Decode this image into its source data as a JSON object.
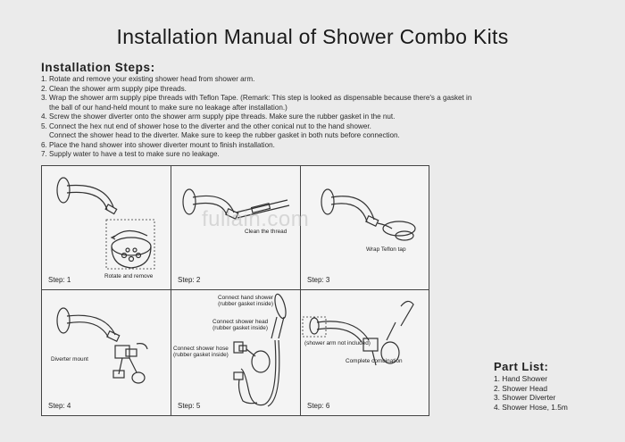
{
  "title": "Installation Manual of Shower Combo Kits",
  "steps_heading": "Installation Steps:",
  "steps": [
    "1. Rotate and remove your existing shower head from shower arm.",
    "2. Clean the shower arm supply pipe threads.",
    "3. Wrap the shower arm supply pipe threads with Teflon Tape. (Remark: This step is looked as dispensable because there's a gasket in",
    "the ball of our hand-held mount to make sure no leakage after installation.)",
    "4. Screw the shower diverter onto the shower arm supply pipe threads. Make sure the rubber gasket in the nut.",
    "5. Connect the hex nut end of shower hose to the diverter and the other conical nut to the hand shower.",
    "Connect the shower head to the diverter. Make sure to keep the rubber gasket in both nuts before connection.",
    "6. Place the hand shower into shower diverter mount to finish installation.",
    "7. Supply water to have a test to make sure no leakage."
  ],
  "panels": {
    "p1": {
      "step": "Step: 1",
      "caption": "Rotate and remove"
    },
    "p2": {
      "step": "Step: 2",
      "caption": "Clean the thread"
    },
    "p3": {
      "step": "Step: 3",
      "caption": "Wrap Teflon tap"
    },
    "p4": {
      "step": "Step: 4",
      "caption": "Diverter mount"
    },
    "p5": {
      "step": "Step: 5",
      "cap_a1": "Connect hand shower",
      "cap_a2": "(rubber gasket inside)",
      "cap_b1": "Connect shower head",
      "cap_b2": "(rubber gasket inside)",
      "cap_c1": "Connect shower hose",
      "cap_c2": "(rubber gasket inside)"
    },
    "p6": {
      "step": "Step: 6",
      "cap_a": "(shower arm not included)",
      "cap_b": "Complete combination"
    }
  },
  "watermark": "fullain.com",
  "parts_heading": "Part List:",
  "parts": [
    "1. Hand Shower",
    "2. Shower Head",
    "3. Shower Diverter",
    "4. Shower Hose, 1.5m"
  ]
}
